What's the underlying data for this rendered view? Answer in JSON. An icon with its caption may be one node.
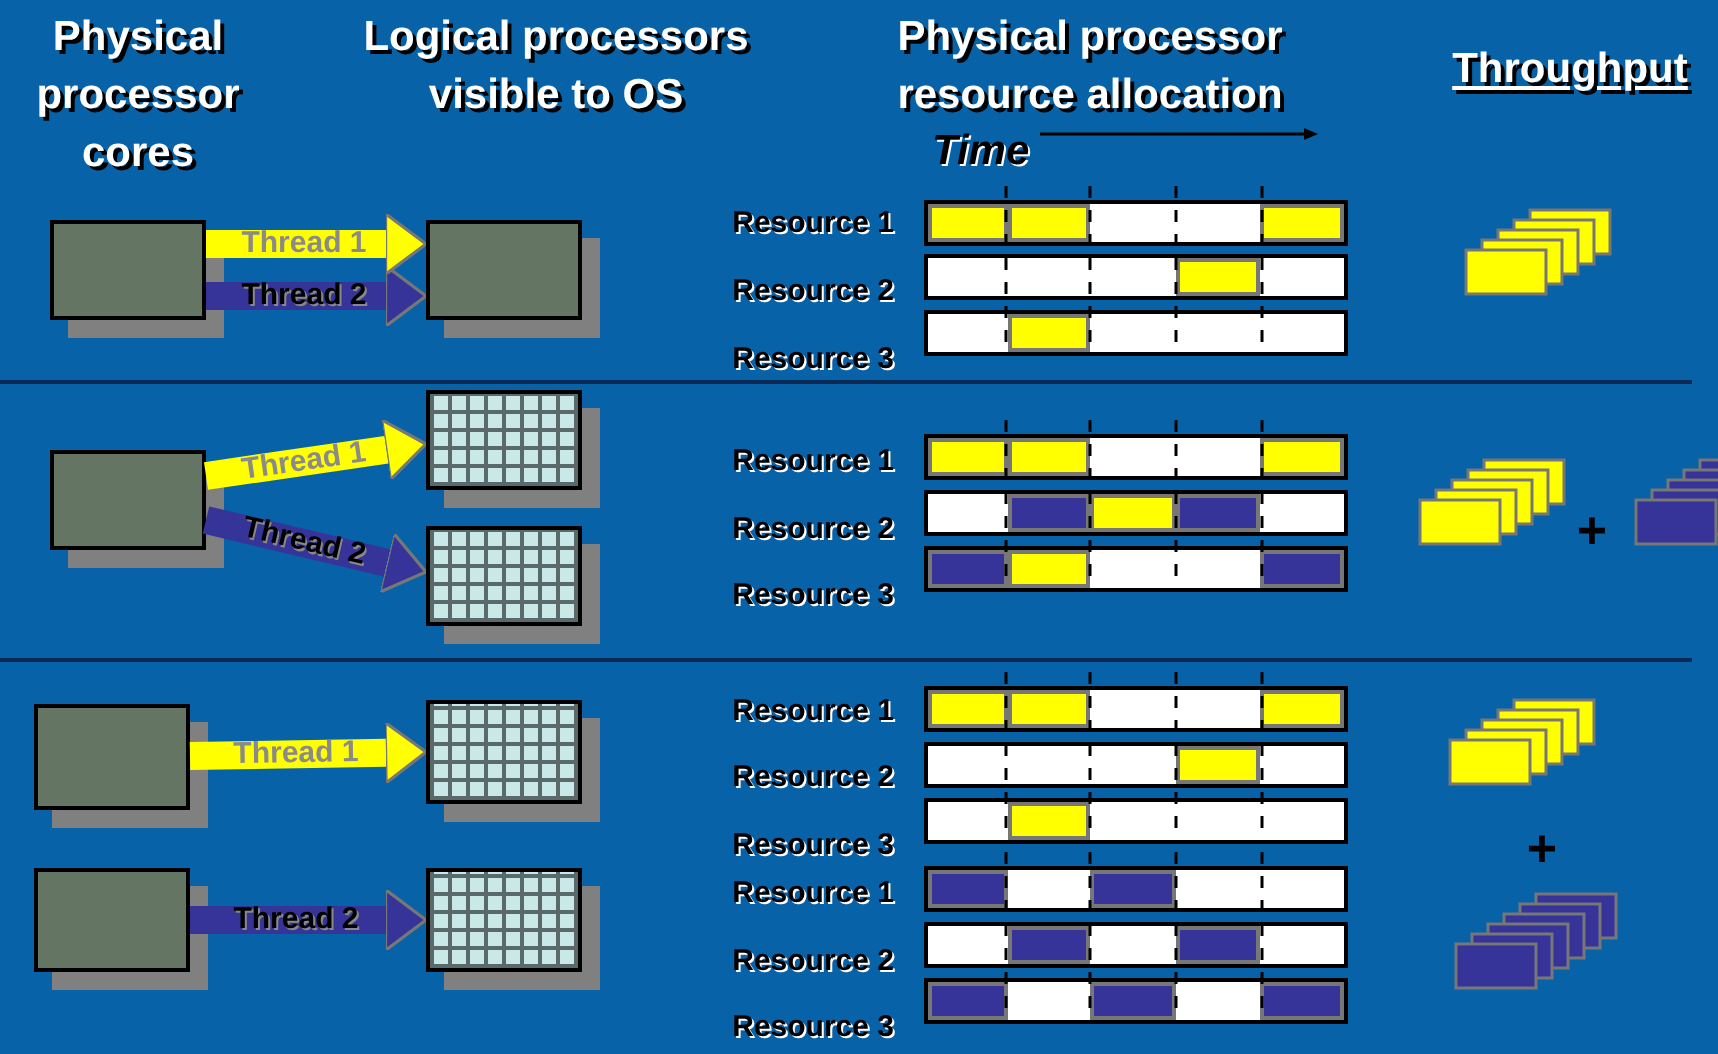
{
  "diagram": {
    "nodes": [
      {
        "text": [],
        "shape": "box"
      },
      {
        "text": [],
        "shape": "box"
      },
      {
        "text": [],
        "shape": "box"
      },
      {
        "text": [],
        "shape": "grid"
      },
      {
        "text": [],
        "shape": "grid"
      },
      {
        "text": [],
        "shape": "box"
      },
      {
        "text": [],
        "shape": "grid"
      },
      {
        "text": [],
        "shape": "box"
      },
      {
        "text": [],
        "shape": "grid"
      }
    ],
    "edges": [
      {
        "from": 0,
        "to": 1,
        "arrow": "to",
        "label": "Thread 2",
        "color": "#363399"
      },
      {
        "from": 0,
        "to": 1,
        "arrow": "to",
        "label": "Thread 1",
        "color": "#ffff00"
      },
      {
        "from": 2,
        "to": 3,
        "arrow": "to",
        "label": "Thread 1",
        "color": "#ffff00"
      },
      {
        "from": 2,
        "to": 4,
        "arrow": "to",
        "label": "Thread 2",
        "color": "#363399"
      },
      {
        "from": 5,
        "to": 6,
        "arrow": "to",
        "label": "Thread 1",
        "color": "#ffff00"
      },
      {
        "from": 7,
        "to": 8,
        "arrow": "to",
        "label": "Thread 2",
        "color": "#363399"
      }
    ],
    "labels": [
      "Physical processor cores",
      "Logical processors visible to OS",
      "Physical processor resource allocation",
      "Throughput",
      "Time",
      "Resource 1",
      "Resource 2",
      "Resource 3",
      "Resource 1",
      "Resource 2",
      "Resource 3",
      "+",
      "Resource 1",
      "Resource 2",
      "Resource 3",
      "Resource 1",
      "Resource 2",
      "Resource 3",
      "+"
    ]
  }
}
